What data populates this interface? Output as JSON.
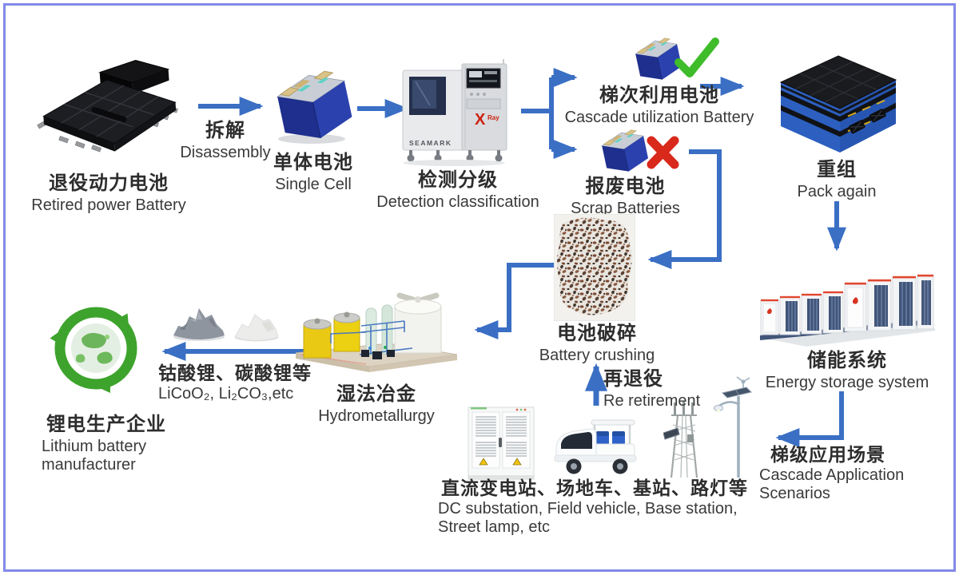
{
  "diagram_title": "Retired power battery cascade utilization and recycling process",
  "colors": {
    "frame_border": "#8289e8",
    "arrow_blue": "#3a6fc4",
    "check_green": "#3ebc2a",
    "cross_red": "#d8291b",
    "cell_blue": "#2b41ae",
    "recycle_green": "#3da32c"
  },
  "machine": {
    "brand": "SEAMARK",
    "logo_x": "X",
    "logo_ray": "Ray"
  },
  "nodes": {
    "retired_battery": {
      "zh": "退役动力电池",
      "en": "Retired power Battery"
    },
    "disassembly": {
      "zh": "拆解",
      "en": "Disassembly"
    },
    "single_cell": {
      "zh": "单体电池",
      "en": "Single Cell"
    },
    "detection": {
      "zh": "检测分级",
      "en": "Detection classification"
    },
    "cascade_battery": {
      "zh": "梯次利用电池",
      "en": "Cascade utilization Battery"
    },
    "scrap_battery": {
      "zh": "报废电池",
      "en": "Scrap Batteries"
    },
    "pack_again": {
      "zh": "重组",
      "en": "Pack again"
    },
    "energy_storage": {
      "zh": "储能系统",
      "en": "Energy storage system"
    },
    "cascade_scenarios": {
      "zh": "梯级应用场景",
      "en": "Cascade Application Scenarios"
    },
    "applications": {
      "zh": "直流变电站、场地车、基站、路灯等",
      "en": "DC substation, Field vehicle, Base station, Street lamp, etc"
    },
    "re_retirement": {
      "zh": "再退役",
      "en": "Re retirement"
    },
    "battery_crushing": {
      "zh": "电池破碎",
      "en": "Battery crushing"
    },
    "hydrometallurgy": {
      "zh": "湿法冶金",
      "en": "Hydrometallurgy"
    },
    "materials": {
      "zh": "钴酸锂、碳酸锂等",
      "en": "LiCoO₂, Li₂CO₃,etc"
    },
    "manufacturer": {
      "zh": "锂电生产企业",
      "en": "Lithium battery manufacturer"
    }
  }
}
